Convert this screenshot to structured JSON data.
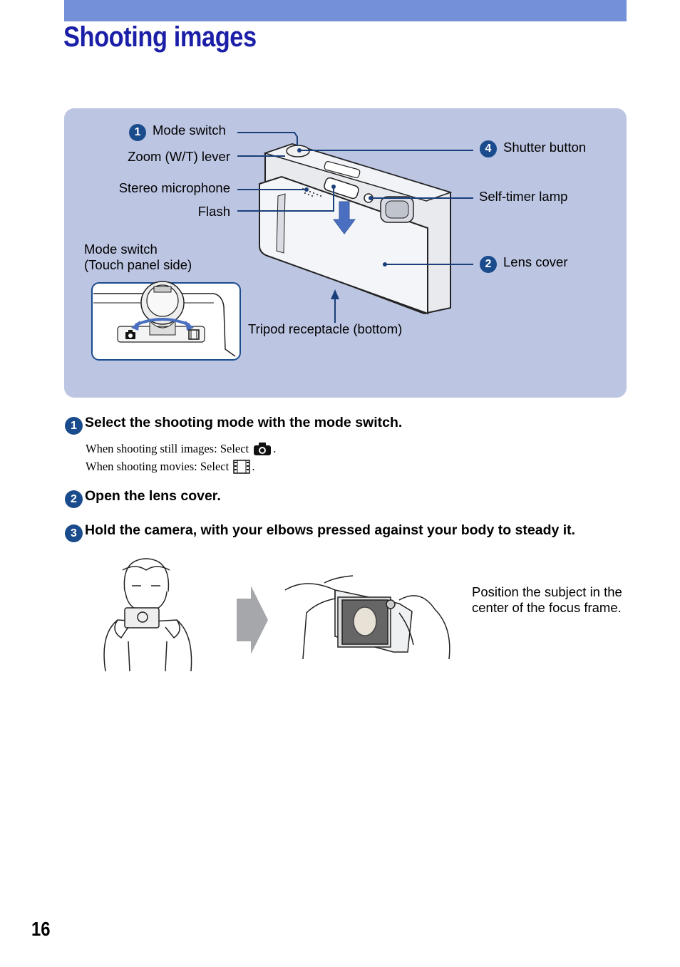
{
  "page": {
    "title": "Shooting images",
    "page_number": "16",
    "accent_color": "#7490d8",
    "title_color": "#1b1fa8",
    "badge_color": "#1a4b8c"
  },
  "diagram": {
    "labels": {
      "mode_switch": "Mode switch",
      "zoom_lever": "Zoom (W/T) lever",
      "stereo_mic": "Stereo microphone",
      "flash": "Flash",
      "mode_switch_touch_1": "Mode switch",
      "mode_switch_touch_2": "(Touch panel side)",
      "shutter_button": "Shutter button",
      "self_timer_lamp": "Self-timer lamp",
      "lens_cover": "Lens cover",
      "tripod": "Tripod receptacle (bottom)"
    },
    "badges": {
      "mode_switch": "1",
      "shutter_button": "4",
      "lens_cover": "2"
    }
  },
  "steps": [
    {
      "num": "1",
      "text": "Select the shooting mode with the mode switch."
    },
    {
      "num": "2",
      "text": "Open the lens cover."
    },
    {
      "num": "3",
      "text": "Hold the camera, with your elbows pressed against your body to steady it."
    }
  ],
  "step1_sub": {
    "still_prefix": "When shooting still images: Select",
    "movie_prefix": "When shooting movies: Select",
    "period": "."
  },
  "position_note": "Position the subject in the center of the focus frame.",
  "icons": [
    "camera-icon",
    "movie-icon"
  ]
}
